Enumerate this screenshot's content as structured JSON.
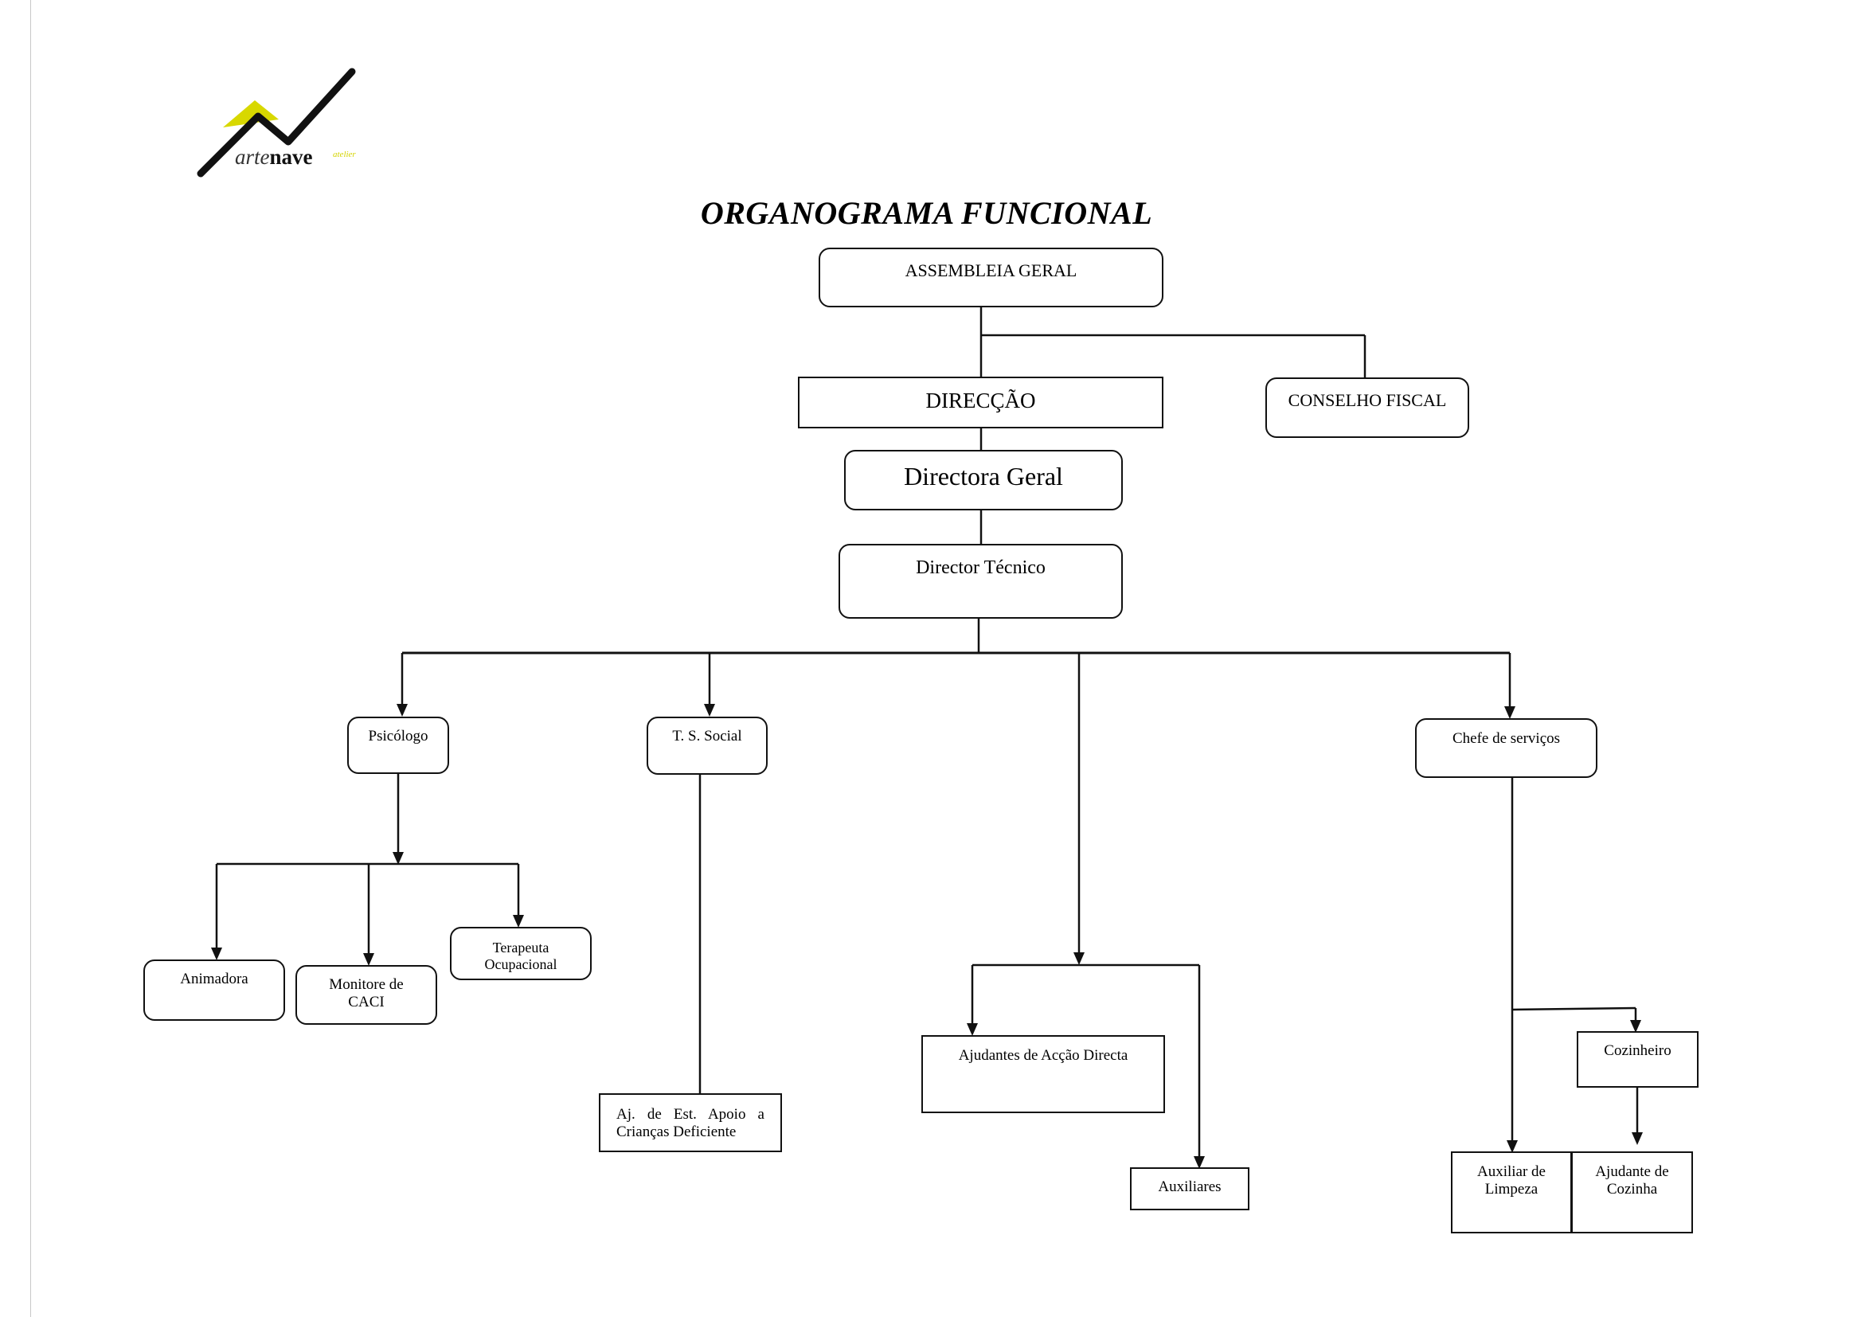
{
  "logo": {
    "brand": "artenave",
    "brand_light": "arte",
    "brand_bold": "nave",
    "suffix": "atelier",
    "accent_color": "#d8d800"
  },
  "title": "ORGANOGRAMA FUNCIONAL",
  "nodes": {
    "assembleia": "ASSEMBLEIA GERAL",
    "direccao": "DIRECÇÃO",
    "conselho": "CONSELHO FISCAL",
    "directora": "Directora Geral",
    "director_tecnico": "Director Técnico",
    "psicologo": "Psicólogo",
    "ts_social": "T. S. Social",
    "chefe": "Chefe de serviços",
    "animadora": "Animadora",
    "monitore_l1": "Monitore de",
    "monitore_l2": "CACI",
    "terapeuta_l1": "Terapeuta",
    "terapeuta_l2": "Ocupacional",
    "aj_est_l1": "Aj. de Est. Apoio a",
    "aj_est_l2": "Crianças Deficiente",
    "ajudantes": "Ajudantes de Acção Directa",
    "auxiliares": "Auxiliares",
    "cozinheiro": "Cozinheiro",
    "aux_limpeza_l1": "Auxiliar de",
    "aux_limpeza_l2": "Limpeza",
    "aj_cozinha_l1": "Ajudante de",
    "aj_cozinha_l2": "Cozinha"
  },
  "colors": {
    "line": "#111111",
    "margin": "#c8c8c8"
  }
}
